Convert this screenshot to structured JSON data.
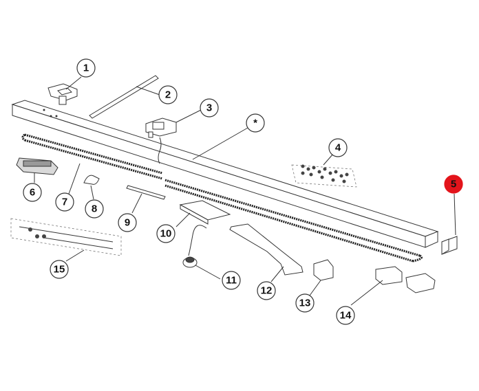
{
  "diagram": {
    "callouts": [
      {
        "id": "1",
        "label": "1",
        "highlight": false
      },
      {
        "id": "2",
        "label": "2",
        "highlight": false
      },
      {
        "id": "3",
        "label": "3",
        "highlight": false
      },
      {
        "id": "star",
        "label": "*",
        "highlight": false
      },
      {
        "id": "4",
        "label": "4",
        "highlight": false
      },
      {
        "id": "5",
        "label": "5",
        "highlight": true
      },
      {
        "id": "6",
        "label": "6",
        "highlight": false
      },
      {
        "id": "7",
        "label": "7",
        "highlight": false
      },
      {
        "id": "8",
        "label": "8",
        "highlight": false
      },
      {
        "id": "9",
        "label": "9",
        "highlight": false
      },
      {
        "id": "10",
        "label": "10",
        "highlight": false
      },
      {
        "id": "11",
        "label": "11",
        "highlight": false
      },
      {
        "id": "12",
        "label": "12",
        "highlight": false
      },
      {
        "id": "13",
        "label": "13",
        "highlight": false
      },
      {
        "id": "14",
        "label": "14",
        "highlight": false
      },
      {
        "id": "15",
        "label": "15",
        "highlight": false
      }
    ],
    "colors": {
      "highlight": "#e3141b",
      "line": "#333333",
      "background": "#ffffff"
    }
  }
}
